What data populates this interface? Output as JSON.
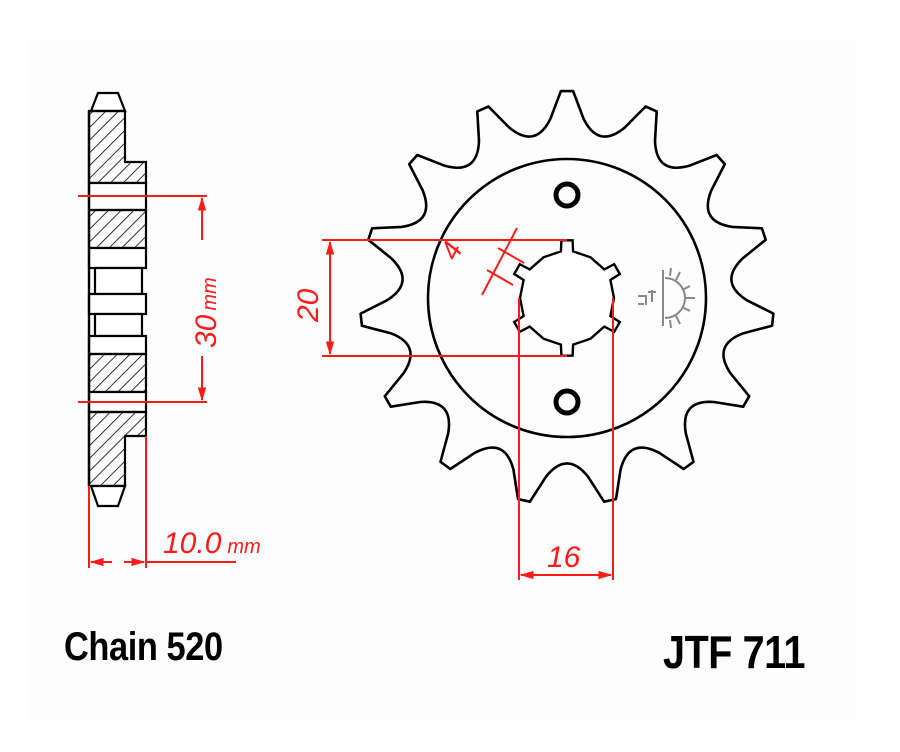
{
  "drawing": {
    "title": "Front sprocket technical drawing",
    "chain_label": "Chain 520",
    "part_number": "JTF 711",
    "colors": {
      "outline": "#000000",
      "dimension": "#ff1a1a",
      "symbol": "#888888",
      "background": "#ffffff"
    }
  },
  "side_view": {
    "dimensions": {
      "bolt_circle": {
        "value": "30",
        "unit": "mm"
      },
      "thickness": {
        "value": "10.0",
        "unit": "mm"
      }
    }
  },
  "front_view": {
    "teeth_count": 15,
    "bolt_holes": 2,
    "spline_teeth": 6,
    "dimensions": {
      "spline_outer": {
        "value": "20"
      },
      "spline_inner": {
        "value": "16"
      },
      "spline_width": {
        "value": "4"
      }
    },
    "symbol": "lubrication-symbol"
  }
}
